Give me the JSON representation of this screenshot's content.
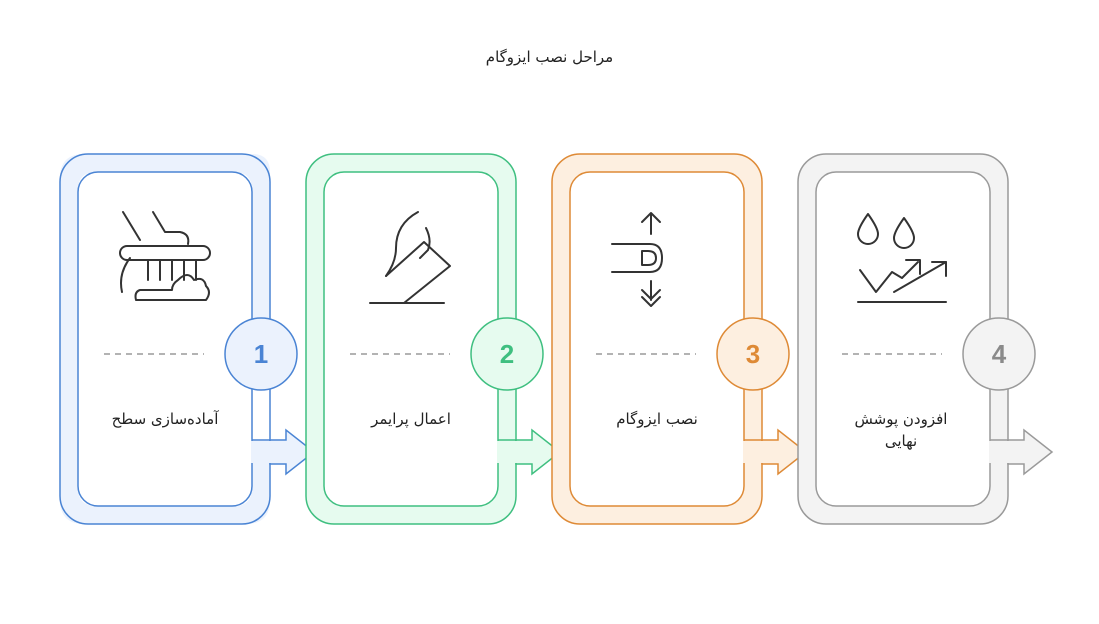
{
  "title": "مراحل نصب ایزوگام",
  "steps": [
    {
      "number": "1",
      "label": "آماده‌سازی سطح",
      "icon": "surface-preparation-icon",
      "stroke": "#4a84d4",
      "fill": "#ebf2fd",
      "num_color": "#4a84d4"
    },
    {
      "number": "2",
      "label": "اعمال پرایمر",
      "icon": "primer-application-icon",
      "stroke": "#3fbf80",
      "fill": "#e6fbef",
      "num_color": "#3fbf80"
    },
    {
      "number": "3",
      "label": "نصب ایزوگام",
      "icon": "membrane-installation-icon",
      "stroke": "#de8a36",
      "fill": "#fdefe0",
      "num_color": "#de8a36"
    },
    {
      "number": "4",
      "label": "افزودن پوشش نهایی",
      "icon": "final-coating-icon",
      "stroke": "#9a9a9a",
      "fill": "#f3f3f3",
      "num_color": "#8a8a8a"
    }
  ]
}
